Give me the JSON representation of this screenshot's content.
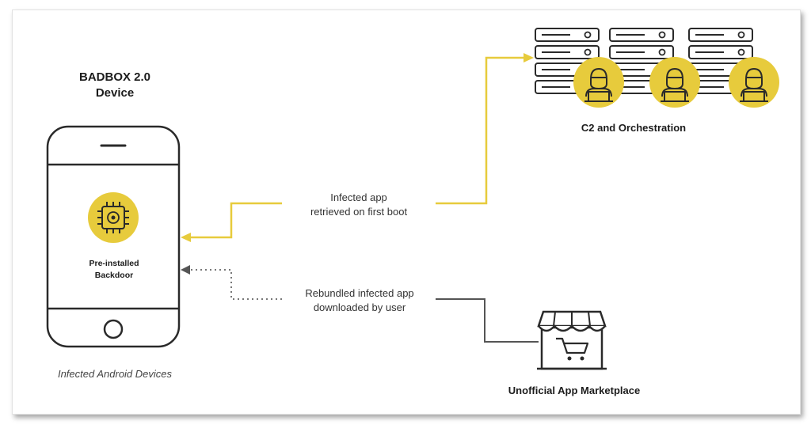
{
  "device": {
    "title_line1": "BADBOX 2.0",
    "title_line2": "Device",
    "backdoor_label_line1": "Pre-installed",
    "backdoor_label_line2": "Backdoor"
  },
  "caption": "Infected Android Devices",
  "c2": {
    "label": "C2 and Orchestration"
  },
  "marketplace": {
    "label": "Unofficial App Marketplace"
  },
  "flows": [
    {
      "line1": "Infected app",
      "line2": "retrieved on first boot"
    },
    {
      "line1": "Rebundled infected app",
      "line2": "downloaded by user"
    }
  ],
  "colors": {
    "accent_yellow": "#e7cb3c",
    "stroke_dark": "#2a2a2a",
    "connector_gray": "#555555"
  },
  "icons": [
    "phone-icon",
    "chip-backdoor-icon",
    "server-rack-icon",
    "hacker-icon",
    "storefront-icon",
    "shopping-cart-icon"
  ]
}
